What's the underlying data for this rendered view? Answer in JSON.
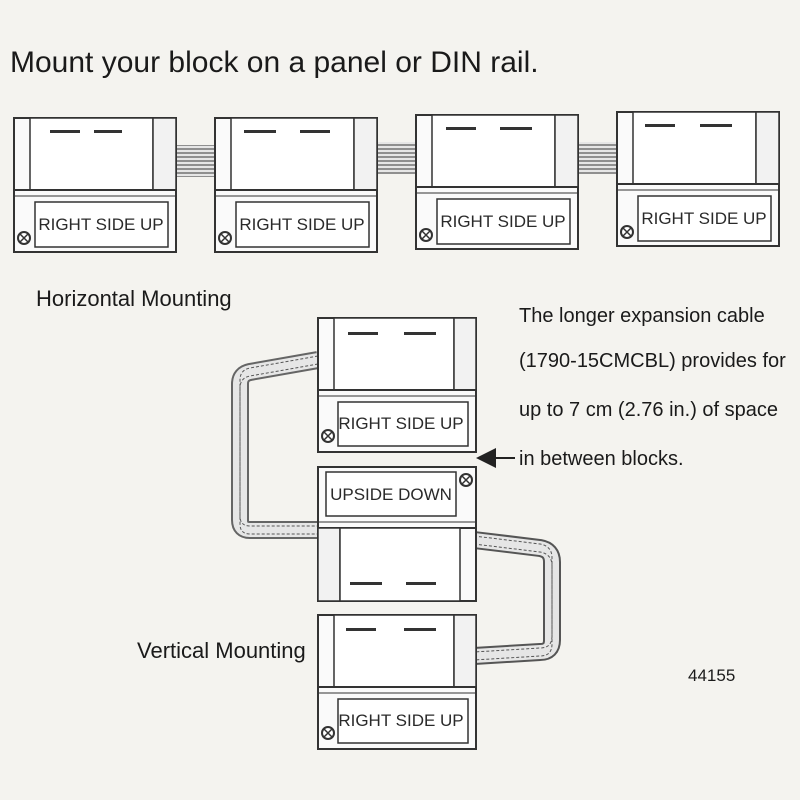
{
  "title": "Mount your block on a panel or DIN rail.",
  "horizontal_label": "Horizontal Mounting",
  "vertical_label": "Vertical Mounting",
  "right_side_up": "RIGHT SIDE UP",
  "upside_down": "UPSIDE DOWN",
  "callout_lines": [
    "The longer expansion cable",
    "(1790-15CMCBL) provides for",
    "up to 7 cm (2.76 in.) of space",
    "in between blocks."
  ],
  "figure_number": "44155"
}
